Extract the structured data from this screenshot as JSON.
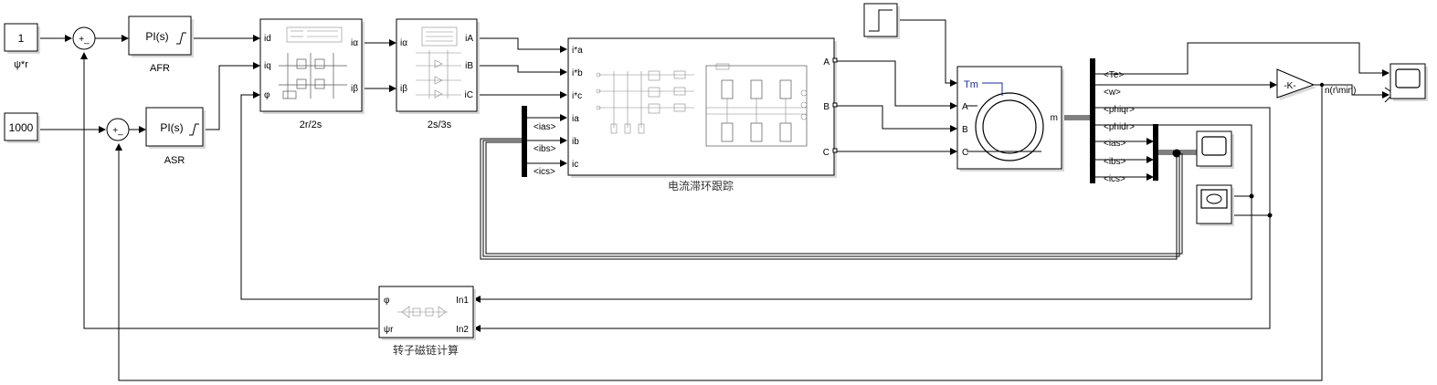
{
  "blocks": {
    "const_flux": {
      "value": "1",
      "caption": "ψ*r"
    },
    "const_speed": {
      "value": "1000"
    },
    "sum1": {
      "signs": "+_"
    },
    "sum2": {
      "signs": "+_"
    },
    "afr": {
      "label": "PI(s)",
      "caption": "AFR"
    },
    "asr": {
      "label": "PI(s)",
      "caption": "ASR"
    },
    "r2s": {
      "caption": "2r/2s",
      "in_ports": [
        "id",
        "iq",
        "φ"
      ],
      "out_ports": [
        "iα",
        "iβ"
      ]
    },
    "s3s": {
      "caption": "2s/3s",
      "in_ports": [
        "iα",
        "iβ"
      ],
      "out_ports": [
        "iA",
        "iB",
        "iC"
      ]
    },
    "hyst": {
      "caption": "电流滞环跟踪",
      "in_ports": [
        "i*a",
        "i*b",
        "i*c",
        "ia",
        "ib",
        "ic"
      ],
      "out_ports": [
        "A",
        "B",
        "C"
      ]
    },
    "motor": {
      "tm_label": "Tm",
      "in_ports": [
        "A",
        "B",
        "C"
      ],
      "out_port": "m"
    },
    "demux_main": {
      "signals": [
        "<Te>",
        "<w>",
        "<phiqr>",
        "<phidr>",
        "<ias>",
        "<ibs>",
        "<ics>"
      ]
    },
    "demux_curr": {
      "signals": [
        "<ias>",
        "<ibs>",
        "<ics>"
      ]
    },
    "gain": {
      "label": "-K-",
      "out_label": "n(r\\min)"
    },
    "flux_calc": {
      "caption": "转子磁链计算",
      "in_ports": [
        "In1",
        "In2"
      ],
      "out_ports": [
        "φ",
        "ψr"
      ]
    }
  }
}
